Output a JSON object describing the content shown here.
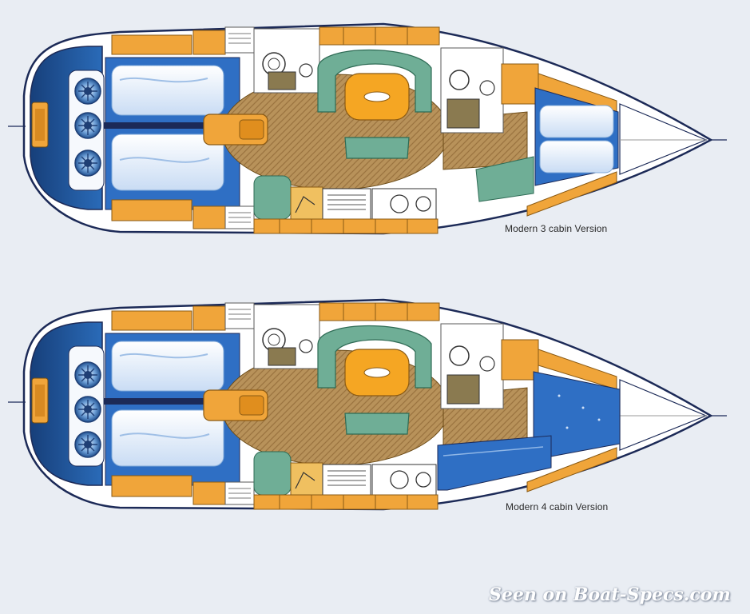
{
  "plans": [
    {
      "caption": "Modern 3 cabin Version",
      "aft_cabin": "berths",
      "fore_cabin": "berths"
    },
    {
      "caption": "Modern 4 cabin Version",
      "aft_cabin": "berths",
      "fore_cabin": "solid-blue"
    }
  ],
  "watermark": "Seen on Boat-Specs.com",
  "colors": {
    "background": "#e9edf3",
    "hull_outline": "#1c2a57",
    "stern_blue": "#1f5aa0",
    "cabin_blue": "#2f6fc4",
    "joinery_orange": "#f0a53a",
    "floor_wood": "#b8925a",
    "settee_green": "#6fae96",
    "table_orange": "#f5a623",
    "berth_white": "#e9f1fb"
  },
  "icons": [
    "steering-wheel-icon",
    "steering-wheel-icon",
    "steering-wheel-icon",
    "toilet-icon",
    "sink-icon",
    "stove-icon"
  ]
}
